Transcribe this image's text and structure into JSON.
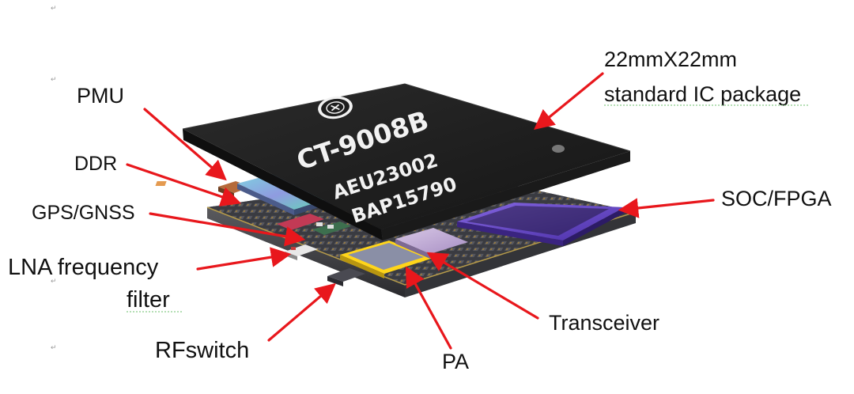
{
  "chip": {
    "model": "CT-9008B",
    "lot_code": "AEU23002",
    "batch_code": "BAP15790"
  },
  "callouts": {
    "package_line1": "22mmX22mm",
    "package_line2": "standard IC package",
    "pmu": "PMU",
    "ddr": "DDR",
    "gps_gnss": "GPS/GNSS",
    "lna_line1": "LNA frequency",
    "lna_line2": "filter",
    "rfswitch": "RFswitch",
    "pa": "PA",
    "transceiver": "Transceiver",
    "soc_fpga": "SOC/FPGA"
  },
  "colors": {
    "arrow": "#e8171c",
    "package_top": "#1e1e1e",
    "board": "#2d2e33",
    "soc_die": "#6f52c9",
    "pa_die": "#ffd51a",
    "transceiver_die": "#c9b9d3"
  }
}
